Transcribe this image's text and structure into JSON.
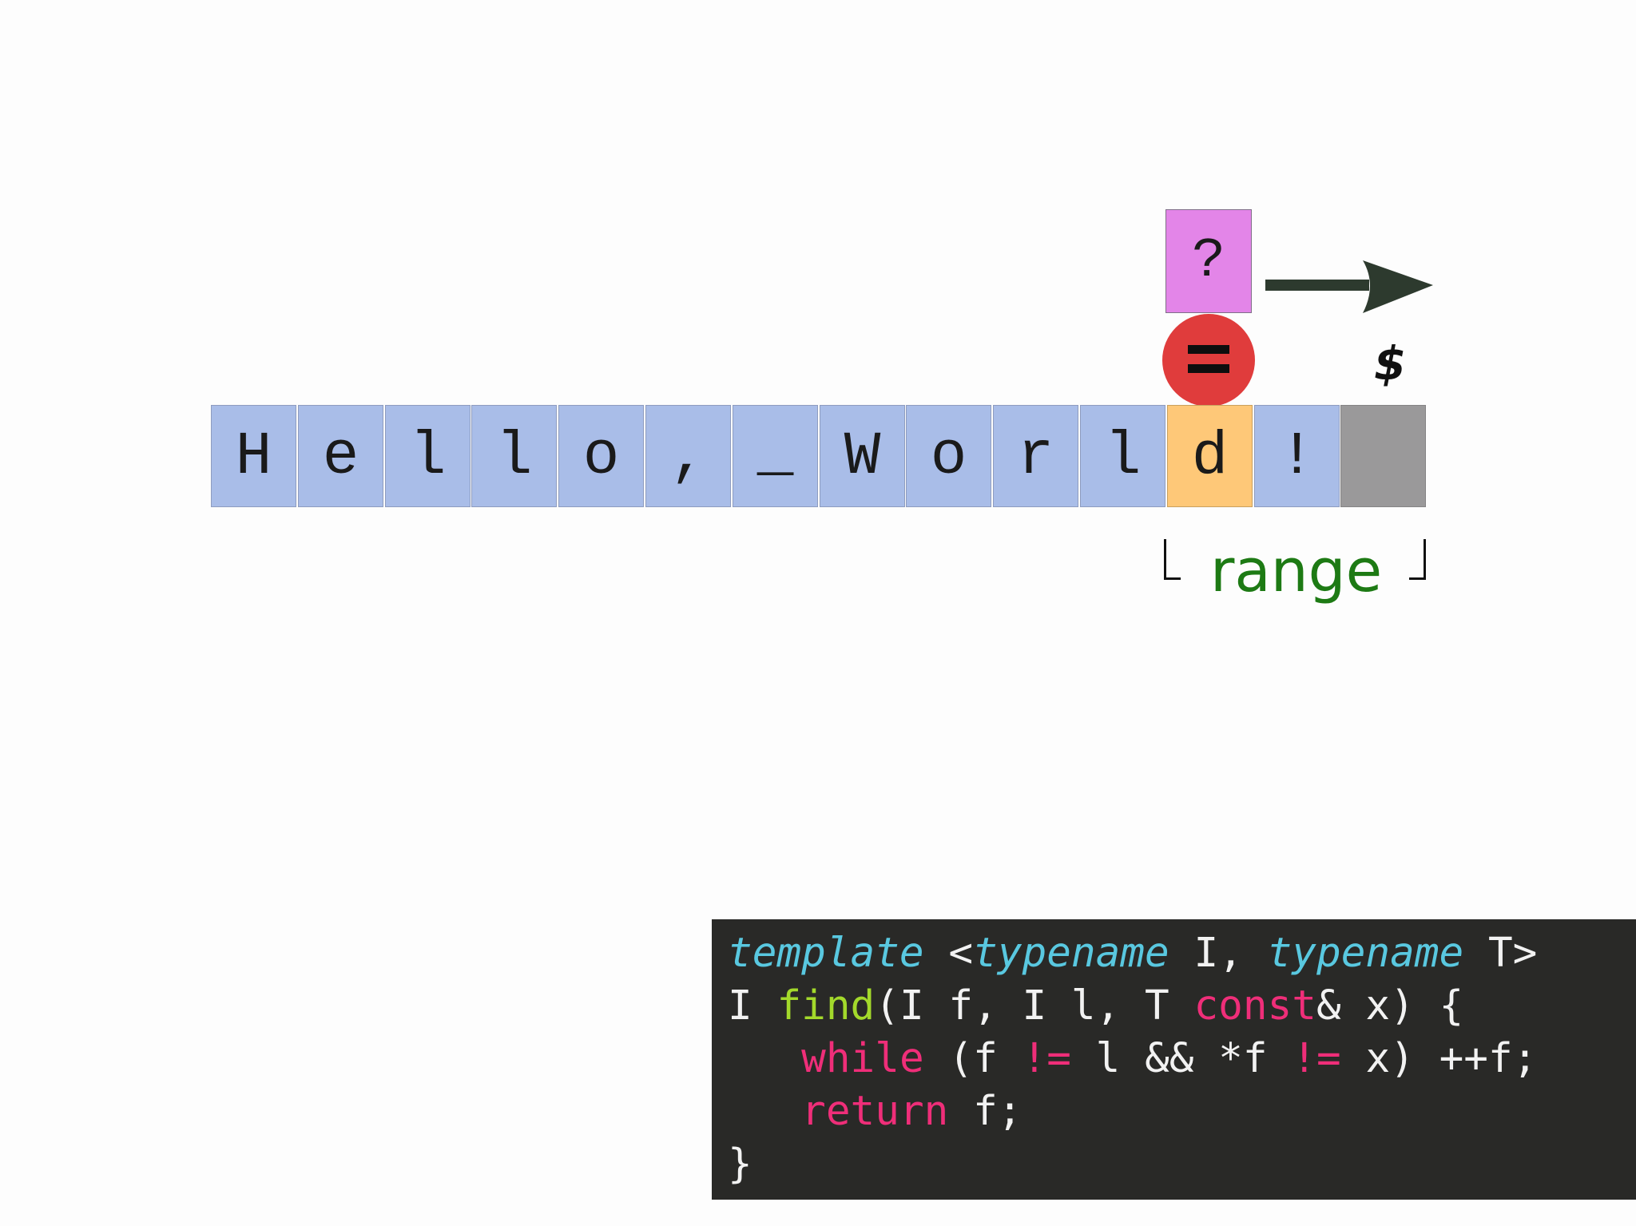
{
  "sequence": {
    "cells": [
      "H",
      "e",
      "l",
      "l",
      "o",
      ",",
      "_",
      "W",
      "o",
      "r",
      "l",
      "d",
      "!",
      ""
    ],
    "current_index": 11,
    "end_index": 13
  },
  "query_value": "?",
  "comparison_symbol": "=",
  "sentinel_symbol": "$",
  "range_label": "range",
  "colors": {
    "cell": "#a9bde8",
    "current_cell": "#fec878",
    "end_cell": "#9a999a",
    "query_box": "#e385e8",
    "compare_circle": "#e03c3c",
    "arrow": "#2d3a2e",
    "range_label": "#1d7a14",
    "code_background": "#292927",
    "code_type_keyword": "#59c8e0",
    "code_function": "#a3d92b",
    "code_keyword": "#ef2e79"
  },
  "code": {
    "line1": {
      "kw_template": "template",
      "open": "<",
      "kw_typename_1": "typename",
      "p1": "I,",
      "kw_typename_2": "typename",
      "p2": "T>"
    },
    "line2": {
      "ret": "I",
      "fn": "find",
      "args_a": "(I f, I l, T",
      "kw_const": "const",
      "args_b": "& x) {"
    },
    "line3": {
      "kw_while": "while",
      "a": "(f",
      "neq_1": "!=",
      "b": "l && *f",
      "neq_2": "!=",
      "c": "x) ++f;"
    },
    "line4": {
      "kw_return": "return",
      "a": "f;"
    },
    "line5": "}"
  }
}
